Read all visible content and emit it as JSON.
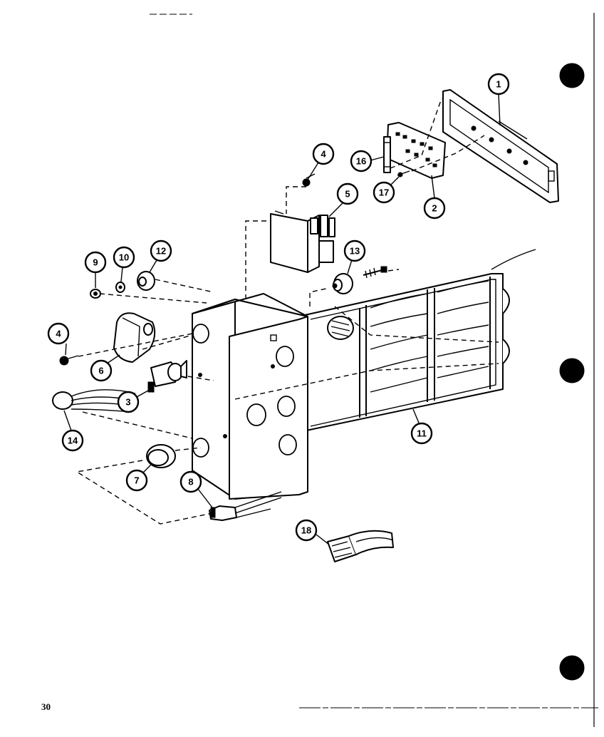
{
  "page": {
    "number": "30"
  },
  "callouts": [
    {
      "id": "c1",
      "label": "1"
    },
    {
      "id": "c2",
      "label": "2"
    },
    {
      "id": "c3",
      "label": "3"
    },
    {
      "id": "c4a",
      "label": "4"
    },
    {
      "id": "c4b",
      "label": "4"
    },
    {
      "id": "c5",
      "label": "5"
    },
    {
      "id": "c6",
      "label": "6"
    },
    {
      "id": "c7",
      "label": "7"
    },
    {
      "id": "c8",
      "label": "8"
    },
    {
      "id": "c9",
      "label": "9"
    },
    {
      "id": "c10",
      "label": "10"
    },
    {
      "id": "c11",
      "label": "11"
    },
    {
      "id": "c12",
      "label": "12"
    },
    {
      "id": "c13",
      "label": "13"
    },
    {
      "id": "c14",
      "label": "14"
    },
    {
      "id": "c16",
      "label": "16"
    },
    {
      "id": "c17",
      "label": "17"
    },
    {
      "id": "c18",
      "label": "18"
    }
  ],
  "colors": {
    "ink": "#000000",
    "paper": "#ffffff"
  }
}
